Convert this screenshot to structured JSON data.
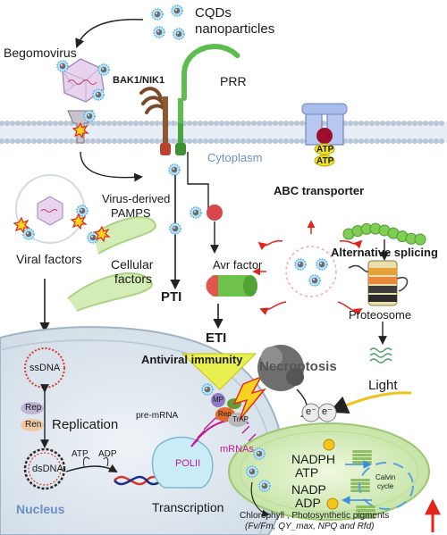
{
  "labels": {
    "cqds": "CQDs",
    "nanoparticles": "nanoparticles",
    "begomovirus": "Begomovirus",
    "bak1": "BAK1/NIK1",
    "prr": "PRR",
    "cytoplasm": "Cytoplasm",
    "abc_transporter": "ABC transporter",
    "atp_top": "ATP",
    "atp_bottom": "ATP",
    "virus_derived": "Virus-derived",
    "pamps": "PAMPS",
    "viral_factors": "Viral factors",
    "cellular": "Cellular",
    "factors": "factors",
    "alternative_splicing": "Alternative splicing",
    "avr_factor": "Avr factor",
    "pti": "PTI",
    "eti": "ETI",
    "proteosome": "Proteosome",
    "antiviral_immunity": "Antiviral immunity",
    "necroptosis": "Necroptosis",
    "light": "Light",
    "ssdna": "ssDNA",
    "rep": "Rep",
    "ren": "Ren",
    "replication": "Replication",
    "pre_mrna": "pre-mRNA",
    "mp": "MP",
    "rep_small": "Rep",
    "trap": "TrAP",
    "electron1": "e⁻",
    "electron2": "e⁻",
    "dsdna": "dsDNA",
    "atp_arrow": "ATP",
    "adp_arrow": "ADP",
    "polii": "POLII",
    "mrnas": "mRNAs",
    "nadph": "NADPH",
    "atp_chloro": "ATP",
    "nadp": "NADP",
    "adp_chloro": "ADP",
    "calvin": "Calvin",
    "cycle": "cycle",
    "nucleus": "Nucleus",
    "transcription": "Transcription",
    "pigments_line1": "Chlorophyll , Photosynthetic pigments",
    "pigments_line2": "(Fv/Fm, QY_max, NPQ and Rfd)"
  },
  "colors": {
    "membrane": "#b9c6d8",
    "cqd_core": "#8c8c8c",
    "cqd_halo": "#4fb3e8",
    "nucleus": "#dfe7ee",
    "chloroplast": "#d4ecb5",
    "avr_red": "#e0564f",
    "avr_green": "#6fc24a",
    "accent_red": "#e2241b",
    "yellow": "#f2e31b"
  },
  "icons": [
    "cqd-nanoparticle-icon",
    "begomovirus-icon",
    "prr-receptor-icon",
    "abc-transporter-icon",
    "proteosome-icon",
    "lightning-bolt-icon",
    "light-arrow-icon",
    "upward-red-arrow-icon"
  ]
}
